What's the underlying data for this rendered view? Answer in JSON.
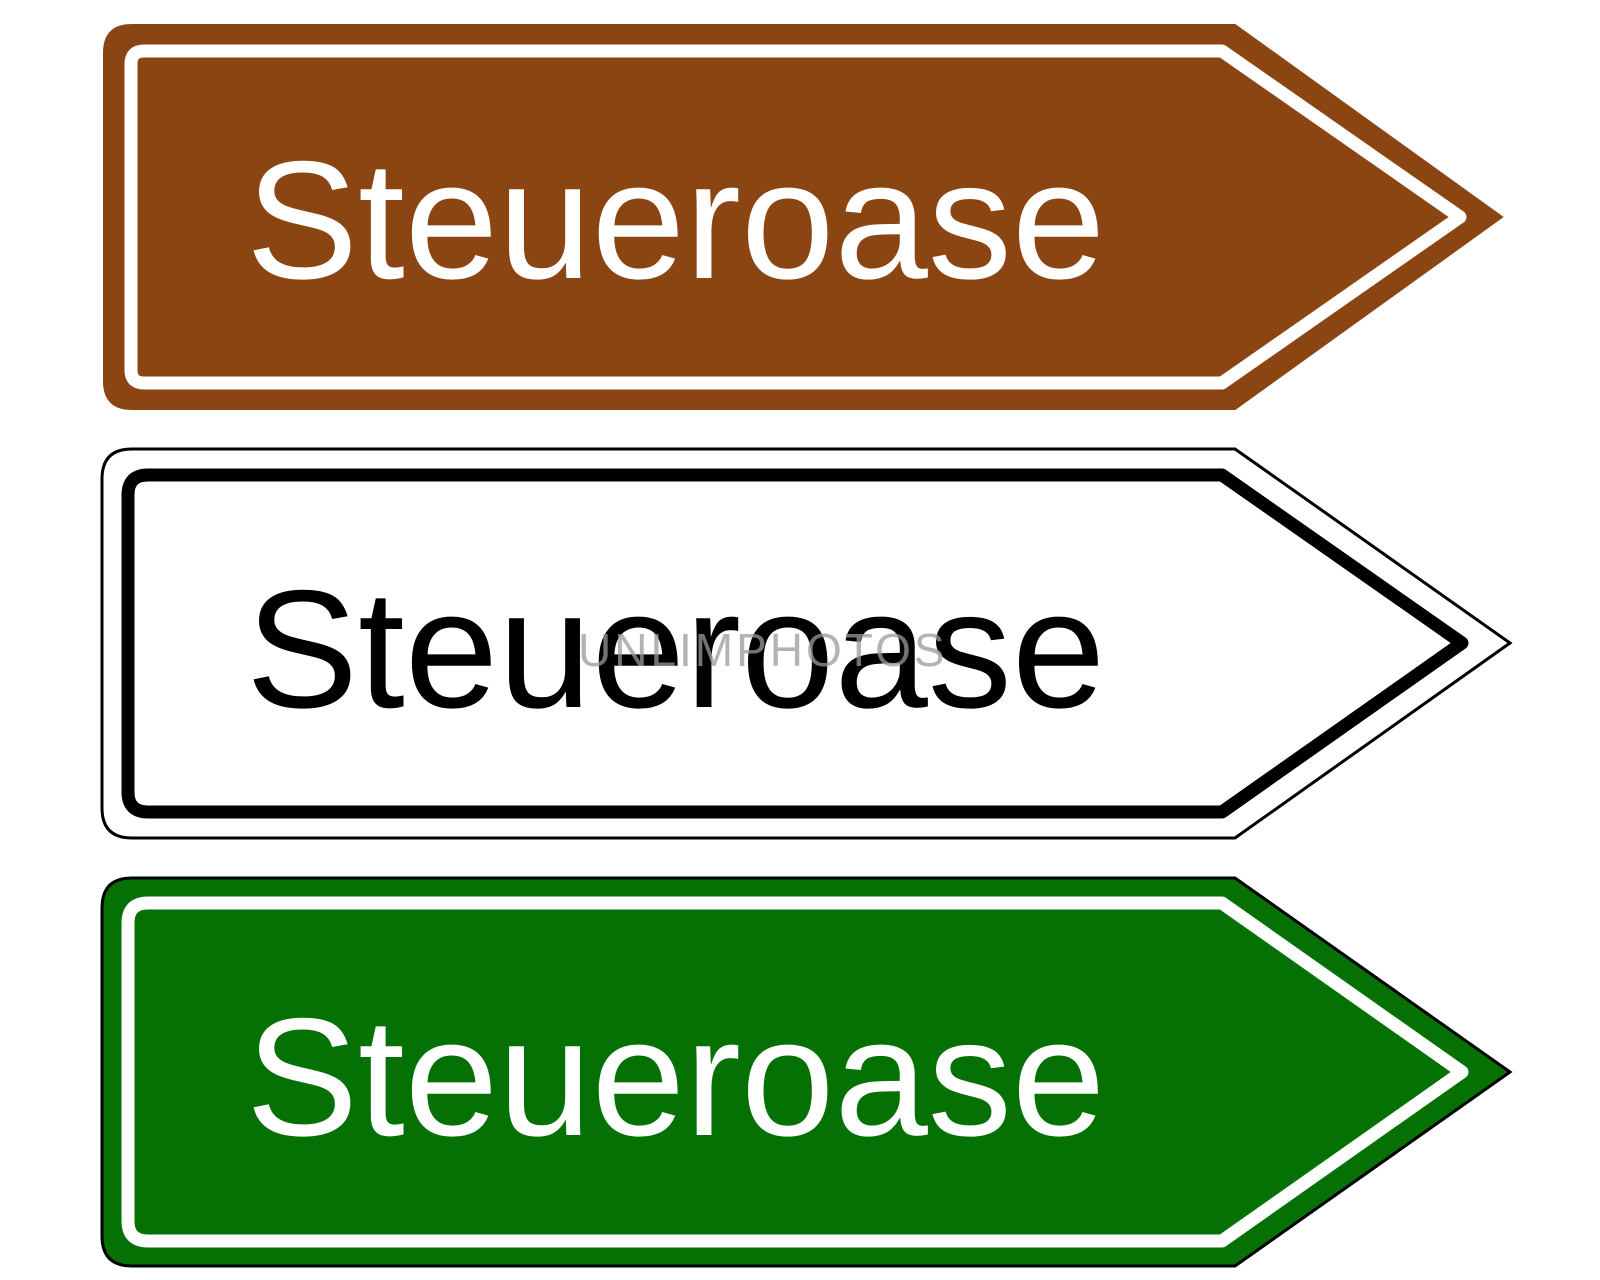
{
  "signs": [
    {
      "label": "Steueroase",
      "fill": "#8B4513",
      "outer_border": "#8B4513",
      "inner_border": "#ffffff",
      "text_color": "#ffffff"
    },
    {
      "label": "Steueroase",
      "fill": "#ffffff",
      "outer_border": "#000000",
      "inner_border": "#000000",
      "text_color": "#000000"
    },
    {
      "label": "Steueroase",
      "fill": "#057105",
      "outer_border": "#000000",
      "inner_border": "#ffffff",
      "text_color": "#ffffff"
    }
  ],
  "watermark": {
    "text": "UNLIMPHOTOS",
    "color": "#9a9a9a"
  }
}
